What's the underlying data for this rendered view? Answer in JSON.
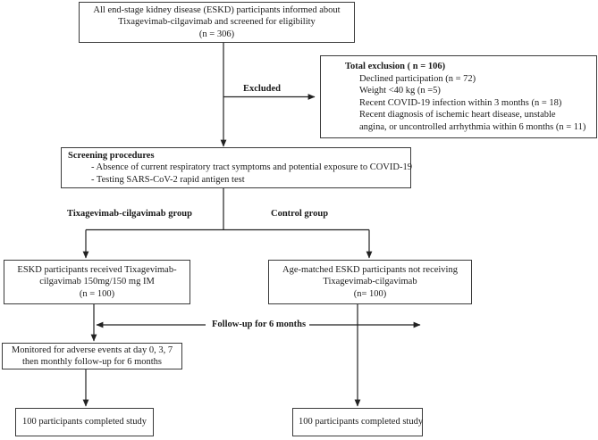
{
  "figure": {
    "type": "flow-diagram",
    "title": "CONSORT-style participant flow diagram"
  },
  "nodes": {
    "enrollment": {
      "line1": "All end-stage kidney disease (ESKD) participants informed about",
      "line2": "Tixagevimab-cilgavimab and screened for eligibility",
      "line3": "(n = 306)"
    },
    "exclusion": {
      "heading": "Total exclusion ( n = 106)",
      "item1": "Declined participation (n = 72)",
      "item2": "Weight <40 kg (n =5)",
      "item3": "Recent COVID-19 infection within 3 months (n = 18)",
      "item4": "Recent diagnosis of ischemic heart disease, unstable",
      "item5": "angina, or uncontrolled arrhythmia within 6 months  (n = 11)"
    },
    "screening": {
      "heading": "Screening procedures",
      "item1": "- Absence of current respiratory tract symptoms and potential exposure to COVID-19",
      "item2": "- Testing SARS-CoV-2   rapid antigen test"
    },
    "intervention": {
      "line1": "ESKD participants received Tixagevimab-",
      "line2": "cilgavimab 150mg/150 mg IM",
      "line3": "(n = 100)"
    },
    "control": {
      "line1": "Age-matched ESKD participants not receiving",
      "line2": "Tixagevimab-cilgavimab",
      "line3": "(n= 100)"
    },
    "monitoring": {
      "line1": "Monitored for adverse events at day 0, 3, 7",
      "line2": "then monthly follow-up for 6 months"
    },
    "completed_left": {
      "line1": "100 participants completed study"
    },
    "completed_right": {
      "line1": "100 participants completed study"
    }
  },
  "labels": {
    "excluded": "Excluded",
    "group_intervention": "Tixagevimab-cilgavimab group",
    "group_control": "Control group",
    "followup": "Follow-up for 6 months"
  },
  "colors": {
    "border": "#3a3a3a",
    "text": "#1a1a1a",
    "background": "#ffffff",
    "connector": "#222222"
  }
}
